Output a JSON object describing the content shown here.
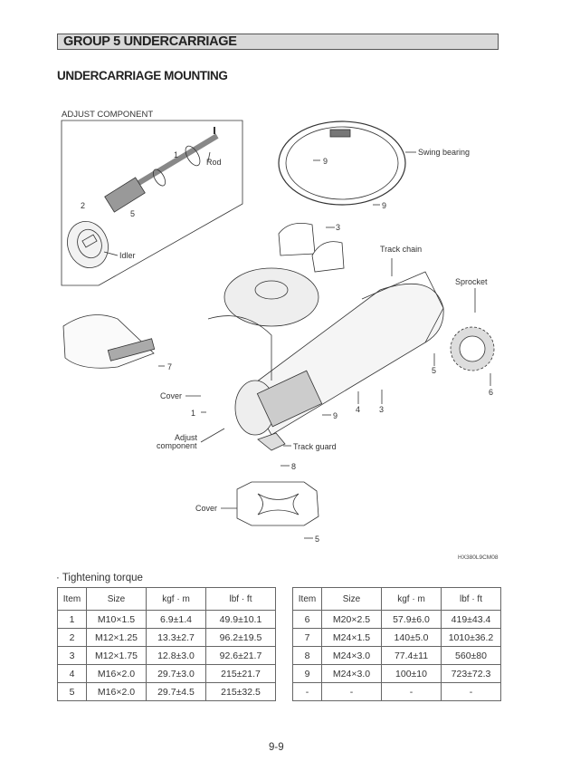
{
  "header": {
    "group_title": "GROUP 5 UNDERCARRIAGE",
    "section_title": "UNDERCARRIAGE MOUNTING"
  },
  "diagram": {
    "inset_title": "ADJUST COMPONENT",
    "labels": {
      "rod": "Rod",
      "idler": "Idler",
      "swing_bearing": "Swing bearing",
      "track_chain": "Track chain",
      "sprocket": "Sprocket",
      "cover_top": "Cover",
      "adjust_component_1": "Adjust",
      "adjust_component_2": "component",
      "track_guard": "Track guard",
      "cover_bottom": "Cover"
    },
    "callouts": {
      "inset_1": "1",
      "inset_2": "2",
      "inset_5": "5",
      "swing_9a": "9",
      "swing_9b": "9",
      "cover_3": "3",
      "shoe_7": "7",
      "cover_1": "1",
      "mid_9": "9",
      "guard_8": "8",
      "bolt_4": "4",
      "bolt_3": "3",
      "bolt_5": "5",
      "sprocket_6": "6",
      "bottom_5": "5"
    },
    "figure_code": "HX380L9CM08"
  },
  "torque": {
    "title": "· Tightening torque",
    "headers": [
      "Item",
      "Size",
      "kgf · m",
      "lbf · ft"
    ],
    "left_rows": [
      [
        "1",
        "M10×1.5",
        "6.9±1.4",
        "49.9±10.1"
      ],
      [
        "2",
        "M12×1.25",
        "13.3±2.7",
        "96.2±19.5"
      ],
      [
        "3",
        "M12×1.75",
        "12.8±3.0",
        "92.6±21.7"
      ],
      [
        "4",
        "M16×2.0",
        "29.7±3.0",
        "215±21.7"
      ],
      [
        "5",
        "M16×2.0",
        "29.7±4.5",
        "215±32.5"
      ]
    ],
    "right_rows": [
      [
        "6",
        "M20×2.5",
        "57.9±6.0",
        "419±43.4"
      ],
      [
        "7",
        "M24×1.5",
        "140±5.0",
        "1010±36.2"
      ],
      [
        "8",
        "M24×3.0",
        "77.4±11",
        "560±80"
      ],
      [
        "9",
        "M24×3.0",
        "100±10",
        "723±72.3"
      ],
      [
        "-",
        "-",
        "-",
        "-"
      ]
    ]
  },
  "footer": {
    "page_number": "9-9"
  }
}
